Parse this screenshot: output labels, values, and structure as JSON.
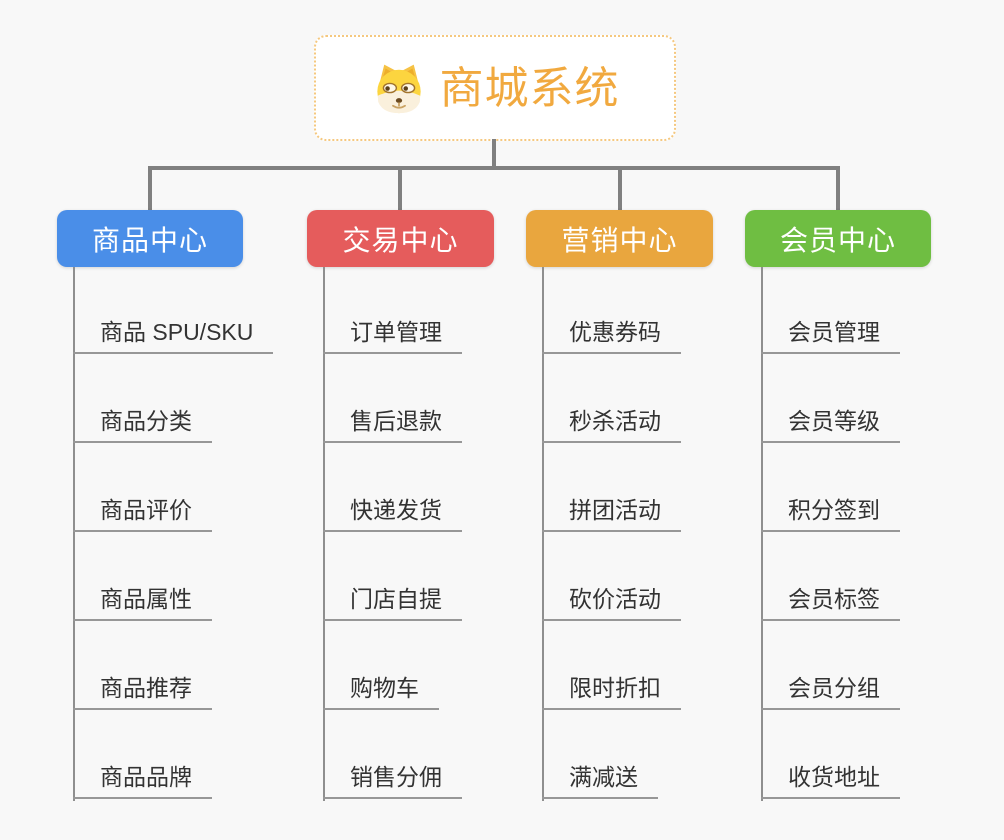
{
  "root": {
    "label": "商城系统",
    "icon": "doge-icon",
    "text_color": "#F1A93F",
    "border_color": "#F5C87F"
  },
  "branches": [
    {
      "label": "商品中心",
      "color": "#4A8EE8",
      "items": [
        "商品 SPU/SKU",
        "商品分类",
        "商品评价",
        "商品属性",
        "商品推荐",
        "商品品牌"
      ]
    },
    {
      "label": "交易中心",
      "color": "#E55C5C",
      "items": [
        "订单管理",
        "售后退款",
        "快递发货",
        "门店自提",
        "购物车",
        "销售分佣"
      ]
    },
    {
      "label": "营销中心",
      "color": "#E9A63E",
      "items": [
        "优惠券码",
        "秒杀活动",
        "拼团活动",
        "砍价活动",
        "限时折扣",
        "满减送"
      ]
    },
    {
      "label": "会员中心",
      "color": "#6FBE42",
      "items": [
        "会员管理",
        "会员等级",
        "积分签到",
        "会员标签",
        "会员分组",
        "收货地址"
      ]
    }
  ],
  "colors": {
    "connector": "#808080",
    "leaf_line": "#8F8F8F",
    "leaf_text": "#333333",
    "background": "#F8F8F8"
  }
}
